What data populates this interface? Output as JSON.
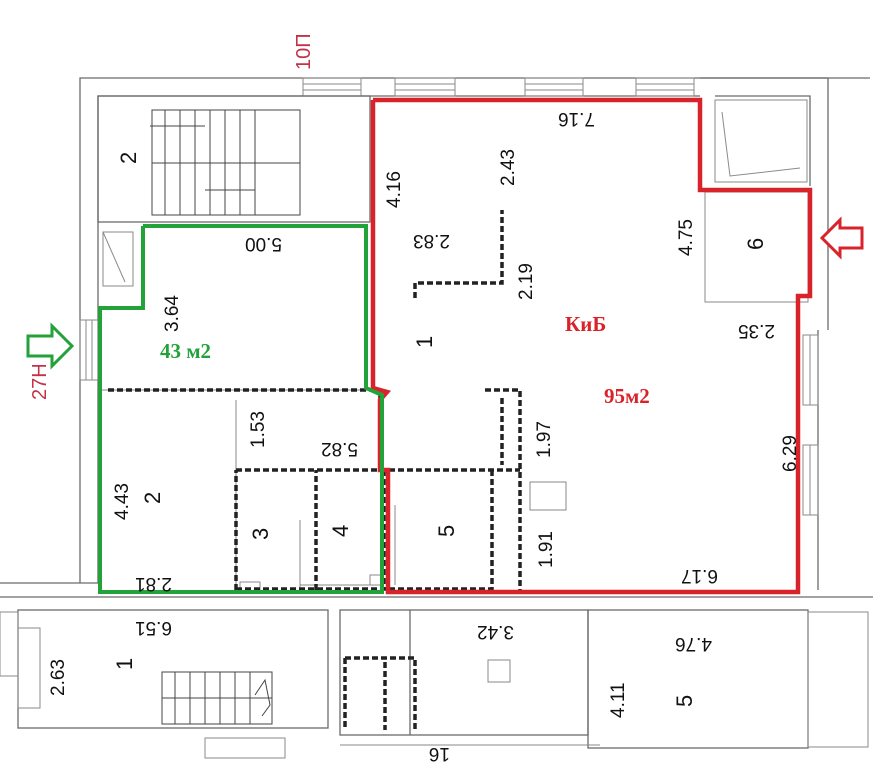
{
  "colors": {
    "outline_red": "#d8232a",
    "outline_green": "#23a23a",
    "axis_text": "#c2334a",
    "wall": "#6b6b6b"
  },
  "axes": {
    "top": "10П",
    "left": "27Н"
  },
  "areas": {
    "red_name": "КиБ",
    "red_area": "95м2",
    "green_area": "43 м2"
  },
  "rooms": {
    "r1_main": "1",
    "r2_top_stair": "2",
    "r2_green": "2",
    "r3": "3",
    "r4": "4",
    "r5": "5",
    "r6": "6",
    "r1_bottom": "1",
    "r5_bottom": "5"
  },
  "dimensions": {
    "d_716": "7.16",
    "d_416": "4.16",
    "d_243": "2.43",
    "d_283": "2.83",
    "d_219": "2.19",
    "d_475": "4.75",
    "d_235": "2.35",
    "d_500": "5.00",
    "d_364": "3.64",
    "d_153": "1.53",
    "d_582": "5.82",
    "d_197": "1.97",
    "d_191": "1.91",
    "d_629": "6.29",
    "d_617": "6.17",
    "d_443": "4.43",
    "d_281": "2.81",
    "d_651": "6.51",
    "d_263": "2.63",
    "d_342": "3.42",
    "d_476": "4.76",
    "d_411": "4.11",
    "d_edge": "16"
  },
  "icons": {
    "entrance_left": "arrow-right-icon",
    "entrance_right": "arrow-left-icon"
  }
}
